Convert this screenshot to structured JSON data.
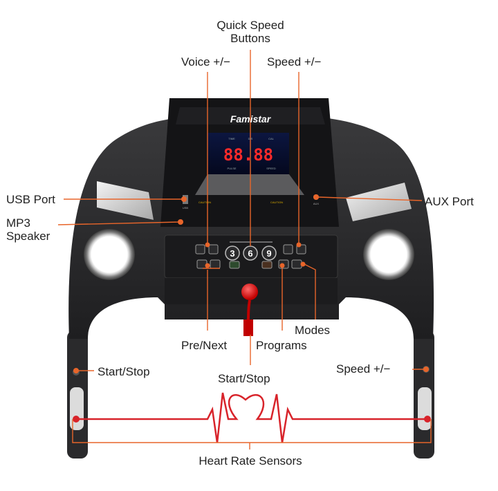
{
  "brand": "Famistar",
  "console": {
    "display_digits": "88.88",
    "indicators": [
      "TIME",
      "DIS",
      "CAL",
      "PULSE",
      "SPEED"
    ],
    "caution_left": "CAUTION",
    "caution_right": "CAUTION",
    "usb_port_text": "USB",
    "aux_port_text": "AUX",
    "quick_speeds": [
      "3",
      "6",
      "9"
    ]
  },
  "callouts": {
    "quick_speed_line1": "Quick Speed",
    "quick_speed_line2": "Buttons",
    "voice": "Voice +/−",
    "speed_top": "Speed +/−",
    "usb_port": "USB Port",
    "aux_port": "AUX Port",
    "mp3_line1": "MP3",
    "mp3_line2": "Speaker",
    "modes": "Modes",
    "pre_next": "Pre/Next",
    "programs": "Programs",
    "start_stop_left": "Start/Stop",
    "start_stop_center": "Start/Stop",
    "speed_right": "Speed +/−",
    "heart_rate": "Heart Rate Sensors"
  },
  "colors": {
    "callout_line": "#e8652a",
    "heart_line": "#d8232a",
    "frame": "#2b2b2d",
    "console": "#161618",
    "display_red": "#ff2a2a",
    "display_blue": "#0d1a4a"
  }
}
